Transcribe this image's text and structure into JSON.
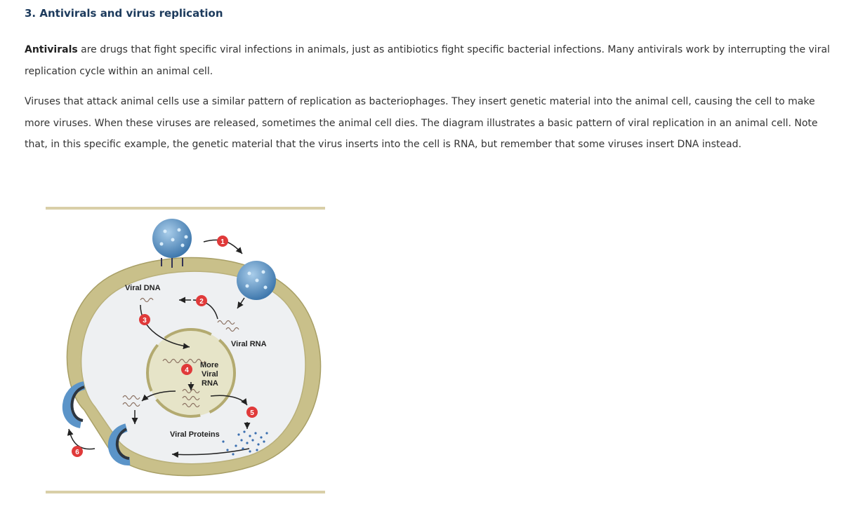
{
  "section": {
    "heading": "3. Antivirals and virus replication"
  },
  "paragraph1": {
    "term": "Antivirals",
    "rest": " are drugs that fight specific viral infections in animals, just as antibiotics fight specific bacterial infections. Many antivirals work by interrupting the viral replication cycle within an animal cell."
  },
  "paragraph2": {
    "text": "Viruses that attack animal cells use a similar pattern of replication as bacteriophages. They insert genetic material into the animal cell, causing the cell to make more viruses. When these viruses are released, sometimes the animal cell dies. The diagram illustrates a basic pattern of viral replication in an animal cell. Note that, in this specific example, the genetic material that the virus inserts into the cell is RNA, but remember that some viruses insert DNA instead."
  },
  "diagram": {
    "labels": {
      "viral_dna": "Viral DNA",
      "viral_rna": "Viral RNA",
      "more": "More",
      "viral": "Viral",
      "rna": "RNA",
      "viral_proteins": "Viral Proteins"
    },
    "steps": [
      "1",
      "2",
      "3",
      "4",
      "5",
      "6"
    ],
    "colors": {
      "cell_wall": "#c9c08a",
      "cytoplasm": "#eef0f2",
      "nucleus": "#e6e4c8",
      "virus": "#5b94c8",
      "step_badge": "#e03a3a",
      "rule": "#d9cfa8"
    }
  }
}
